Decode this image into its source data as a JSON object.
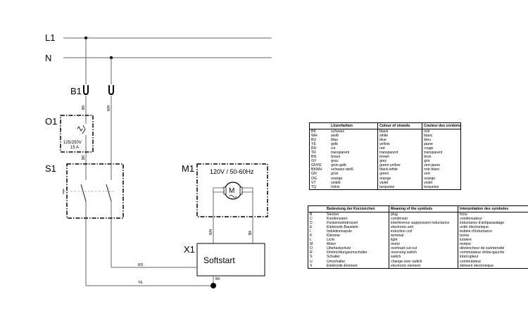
{
  "diagram": {
    "lines": {
      "l1": "L1",
      "n": "N"
    },
    "components": {
      "b1": "B1",
      "o1": "O1",
      "o1_rating": "125/250V",
      "o1_current": "15 A",
      "s1": "S1",
      "m1": "M1",
      "m1_rating": "120V / 50-60Hz",
      "motor_symbol": "M",
      "x1": "X1",
      "softstart": "Softstart"
    },
    "wires": {
      "bk": "BK",
      "wh": "WH",
      "rd": "RD",
      "ye": "YE"
    }
  },
  "color_table": {
    "headers": [
      "",
      "Litzenfarben",
      "Colour of strands",
      "Couleur des cordons"
    ],
    "rows": [
      [
        "BK",
        "schwarz",
        "black",
        "noir"
      ],
      [
        "WH",
        "weiß",
        "white",
        "blanc"
      ],
      [
        "BU",
        "blau",
        "blue",
        "bleu"
      ],
      [
        "YE",
        "gelb",
        "yellow",
        "jaune"
      ],
      [
        "RD",
        "rot",
        "red",
        "rouge"
      ],
      [
        "TR",
        "transparent",
        "transparent",
        "transparent"
      ],
      [
        "BN",
        "braun",
        "brown",
        "brun"
      ],
      [
        "GY",
        "grau",
        "grey",
        "gris"
      ],
      [
        "GNYE",
        "grün-gelb",
        "green-yellow",
        "vert-jaune"
      ],
      [
        "BKWH",
        "schwarz-weiß",
        "black-white",
        "noir-blanc"
      ],
      [
        "GN",
        "grün",
        "green",
        "vert"
      ],
      [
        "OG",
        "orange",
        "orange",
        "orange"
      ],
      [
        "VT",
        "violett",
        "violet",
        "violet"
      ],
      [
        "TQ",
        "türkis",
        "turquoise",
        "turquoise"
      ]
    ]
  },
  "symbol_table": {
    "headers": [
      "",
      "Bedeutung der Kurzzeichen",
      "Meaning of the symbols",
      "Interprétation des symboles"
    ],
    "rows": [
      [
        "B",
        "Stecker",
        "plug",
        "fiche"
      ],
      [
        "C",
        "Kondensator",
        "condenser",
        "condensateur"
      ],
      [
        "D",
        "Funkentstördrossel",
        "interference suppression inductance",
        "inductance d'antiparasitage"
      ],
      [
        "E",
        "Elektronik-Baustein",
        "electronic unit",
        "unité électronique"
      ],
      [
        "I",
        "Induktionsspule",
        "induction coil",
        "bobine d'inductance"
      ],
      [
        "K",
        "Klemme",
        "terminal",
        "borne"
      ],
      [
        "L",
        "Licht",
        "light",
        "lumière"
      ],
      [
        "M",
        "Motor",
        "motor",
        "moteur"
      ],
      [
        "O",
        "Überlastschutz",
        "overload cut-out",
        "déclencheur de surintensité"
      ],
      [
        "R",
        "Drehrichtungsumschalter",
        "reversing switch",
        "commutateur droite-gauche"
      ],
      [
        "S",
        "Schalter",
        "switch",
        "interrupteur"
      ],
      [
        "U",
        "Umschalter",
        "change-over switch",
        "commutateur"
      ],
      [
        "X",
        "Elektronik-Element",
        "electronic element",
        "élément électronique"
      ]
    ]
  }
}
